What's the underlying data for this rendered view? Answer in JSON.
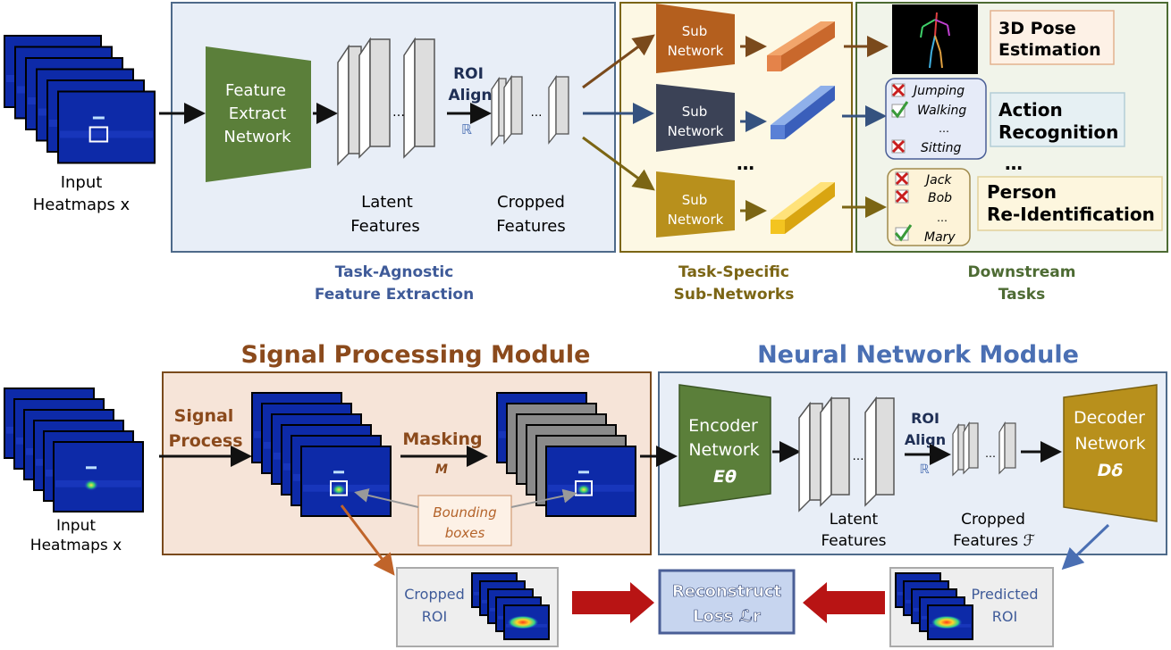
{
  "colors": {
    "blue_heatmap": "#0a1f9c",
    "green_net": "#5b7f3a",
    "orange_net": "#b45f1e",
    "dark_net": "#3b4256",
    "gold_net": "#b8901c",
    "panel_blue": "#e8eef7",
    "panel_yellow": "#fdf8e4",
    "panel_green": "#f1f4ea",
    "panel_orange": "#f6e4d8",
    "title_brown": "#8b4a1c",
    "title_blue": "#4a6fb3",
    "red_arrow": "#b81414"
  },
  "top": {
    "input_label": [
      "Input",
      "Heatmaps x"
    ],
    "feature_extract": [
      "Feature",
      "Extract",
      "Network"
    ],
    "roi_align": [
      "ROI",
      "Align"
    ],
    "roi_symbol": "ℝ",
    "ellipsis": "…",
    "latent_label": [
      "Latent",
      "Features"
    ],
    "cropped_label": [
      "Cropped",
      "Features"
    ],
    "sub_network": [
      "Sub",
      "Network"
    ],
    "dots": "…",
    "pose_label": [
      "3D Pose",
      "Estimation"
    ],
    "action_items": [
      "Jumping",
      "Walking",
      "…",
      "Sitting"
    ],
    "action_label": [
      "Action",
      "Recognition"
    ],
    "person_items": [
      "Jack",
      "Bob",
      "…",
      "Mary"
    ],
    "person_label": [
      "Person",
      "Re-Identification"
    ],
    "caption_agnostic": [
      "Task-Agnostic",
      "Feature Extraction"
    ],
    "caption_specific": [
      "Task-Specific",
      "Sub-Networks"
    ],
    "caption_downstream": [
      "Downstream",
      "Tasks"
    ]
  },
  "bottom": {
    "title_signal": "Signal Processing Module",
    "title_neural": "Neural Network Module",
    "input_label": [
      "Input",
      "Heatmaps x"
    ],
    "signal_process": [
      "Signal",
      "Process"
    ],
    "masking": "Masking",
    "masking_symbol": "M",
    "bounding": [
      "Bounding",
      "boxes"
    ],
    "encoder": [
      "Encoder",
      "Network",
      "Eθ"
    ],
    "roi_align": [
      "ROI",
      "Align"
    ],
    "roi_symbol": "ℝ",
    "ellipsis": "…",
    "latent_label": [
      "Latent",
      "Features"
    ],
    "cropped_label": [
      "Cropped",
      "Features ℱ"
    ],
    "decoder": [
      "Decoder",
      "Network",
      "Dδ"
    ],
    "cropped_roi": [
      "Cropped",
      "ROI"
    ],
    "reconstruct": [
      "Reconstruct",
      "Loss ℒr"
    ],
    "predicted_roi": [
      "Predicted",
      "ROI"
    ]
  }
}
